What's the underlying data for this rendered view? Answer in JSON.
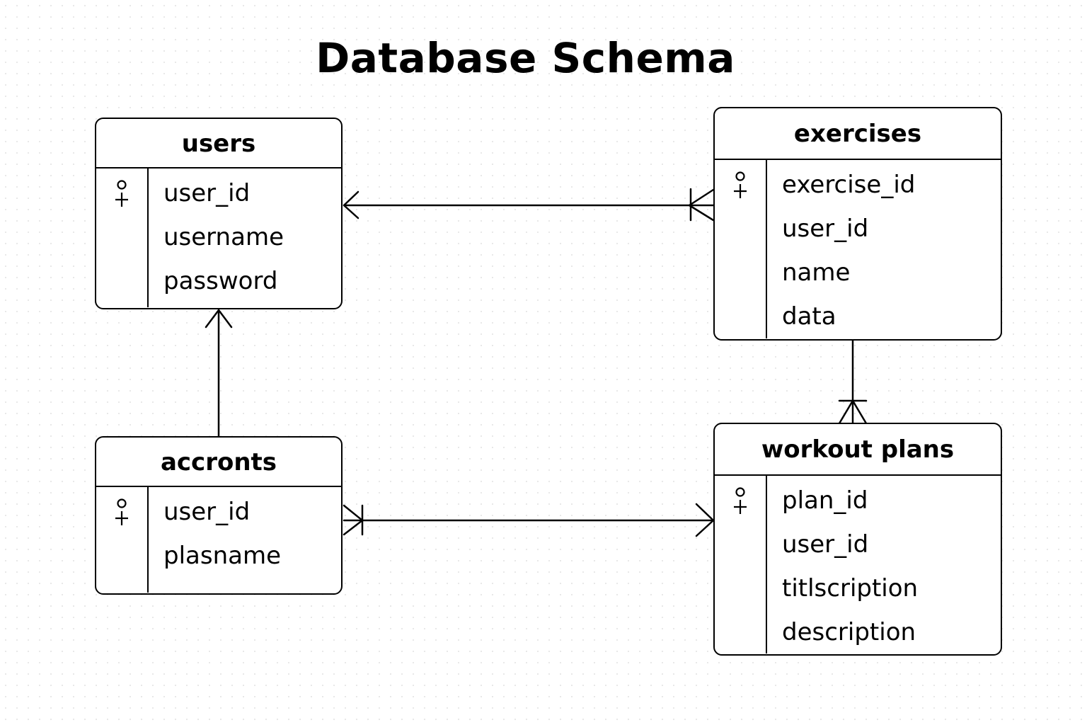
{
  "title": "Database Schema",
  "entities": {
    "users": {
      "name": "users",
      "fields": [
        "user_id",
        "username",
        "password"
      ]
    },
    "exercises": {
      "name": "exercises",
      "fields": [
        "exercise_id",
        "user_id",
        "name",
        "data"
      ]
    },
    "accronts": {
      "name": "accronts",
      "fields": [
        "user_id",
        "plasname"
      ]
    },
    "workout_plans": {
      "name": "workout plans",
      "fields": [
        "plan_id",
        "user_id",
        "titlscription",
        "description"
      ]
    }
  },
  "relationships": [
    {
      "from": "exercises",
      "to": "users",
      "from_end": "one-or-many",
      "to_end": "many"
    },
    {
      "from": "accronts",
      "to": "users",
      "from_end": "none",
      "to_end": "many"
    },
    {
      "from": "exercises",
      "to": "workout_plans",
      "from_end": "none",
      "to_end": "one-or-many"
    },
    {
      "from": "accronts",
      "to": "workout_plans",
      "from_end": "one-or-many",
      "to_end": "many"
    }
  ]
}
